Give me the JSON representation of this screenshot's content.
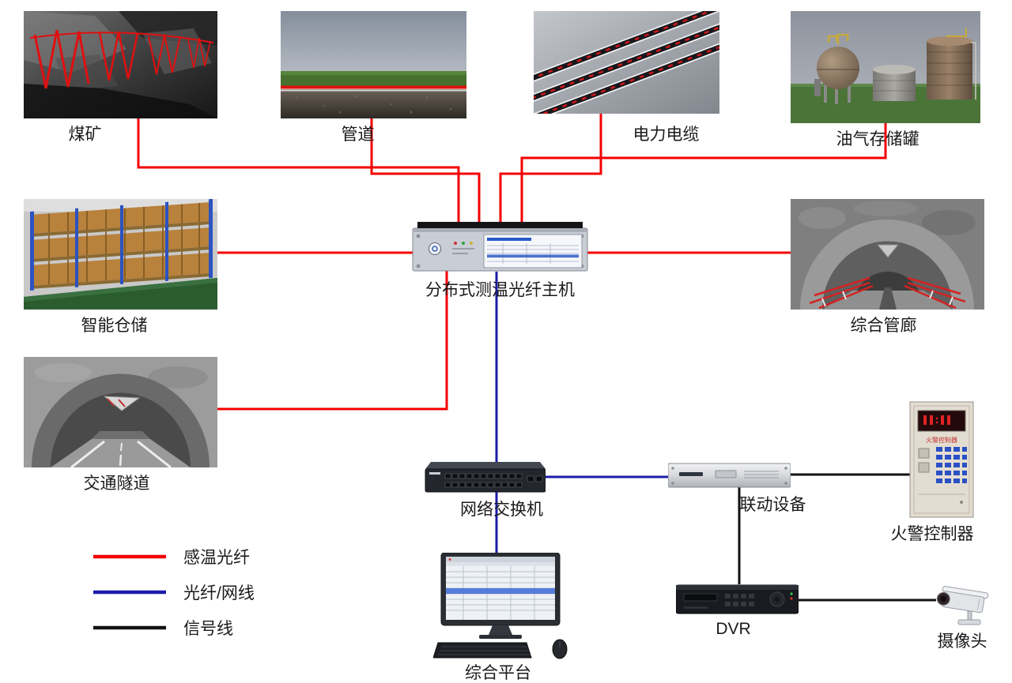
{
  "nodes": {
    "coal_mine": {
      "label": "煤矿"
    },
    "pipeline": {
      "label": "管道"
    },
    "power_cable": {
      "label": "电力电缆"
    },
    "oil_gas_tank": {
      "label": "油气存储罐"
    },
    "smart_warehouse": {
      "label": "智能仓储"
    },
    "host": {
      "label": "分布式测温光纤主机"
    },
    "utility_tunnel": {
      "label": "综合管廊"
    },
    "traffic_tunnel": {
      "label": "交通隧道"
    },
    "network_switch": {
      "label": "网络交换机"
    },
    "linkage_device": {
      "label": "联动设备"
    },
    "fire_alarm": {
      "label": "火警控制器",
      "panel_text": "火警控制器"
    },
    "platform": {
      "label": "综合平台"
    },
    "dvr": {
      "label": "DVR"
    },
    "camera": {
      "label": "摄像头"
    }
  },
  "legend": {
    "items": [
      {
        "label": "感温光纤",
        "color": "#f40000"
      },
      {
        "label": "光纤/网线",
        "color": "#1c1caa"
      },
      {
        "label": "信号线",
        "color": "#121212"
      }
    ]
  },
  "colors": {
    "sensing_fiber": "#f40000",
    "network_cable": "#1c1caa",
    "signal_line": "#121212"
  }
}
